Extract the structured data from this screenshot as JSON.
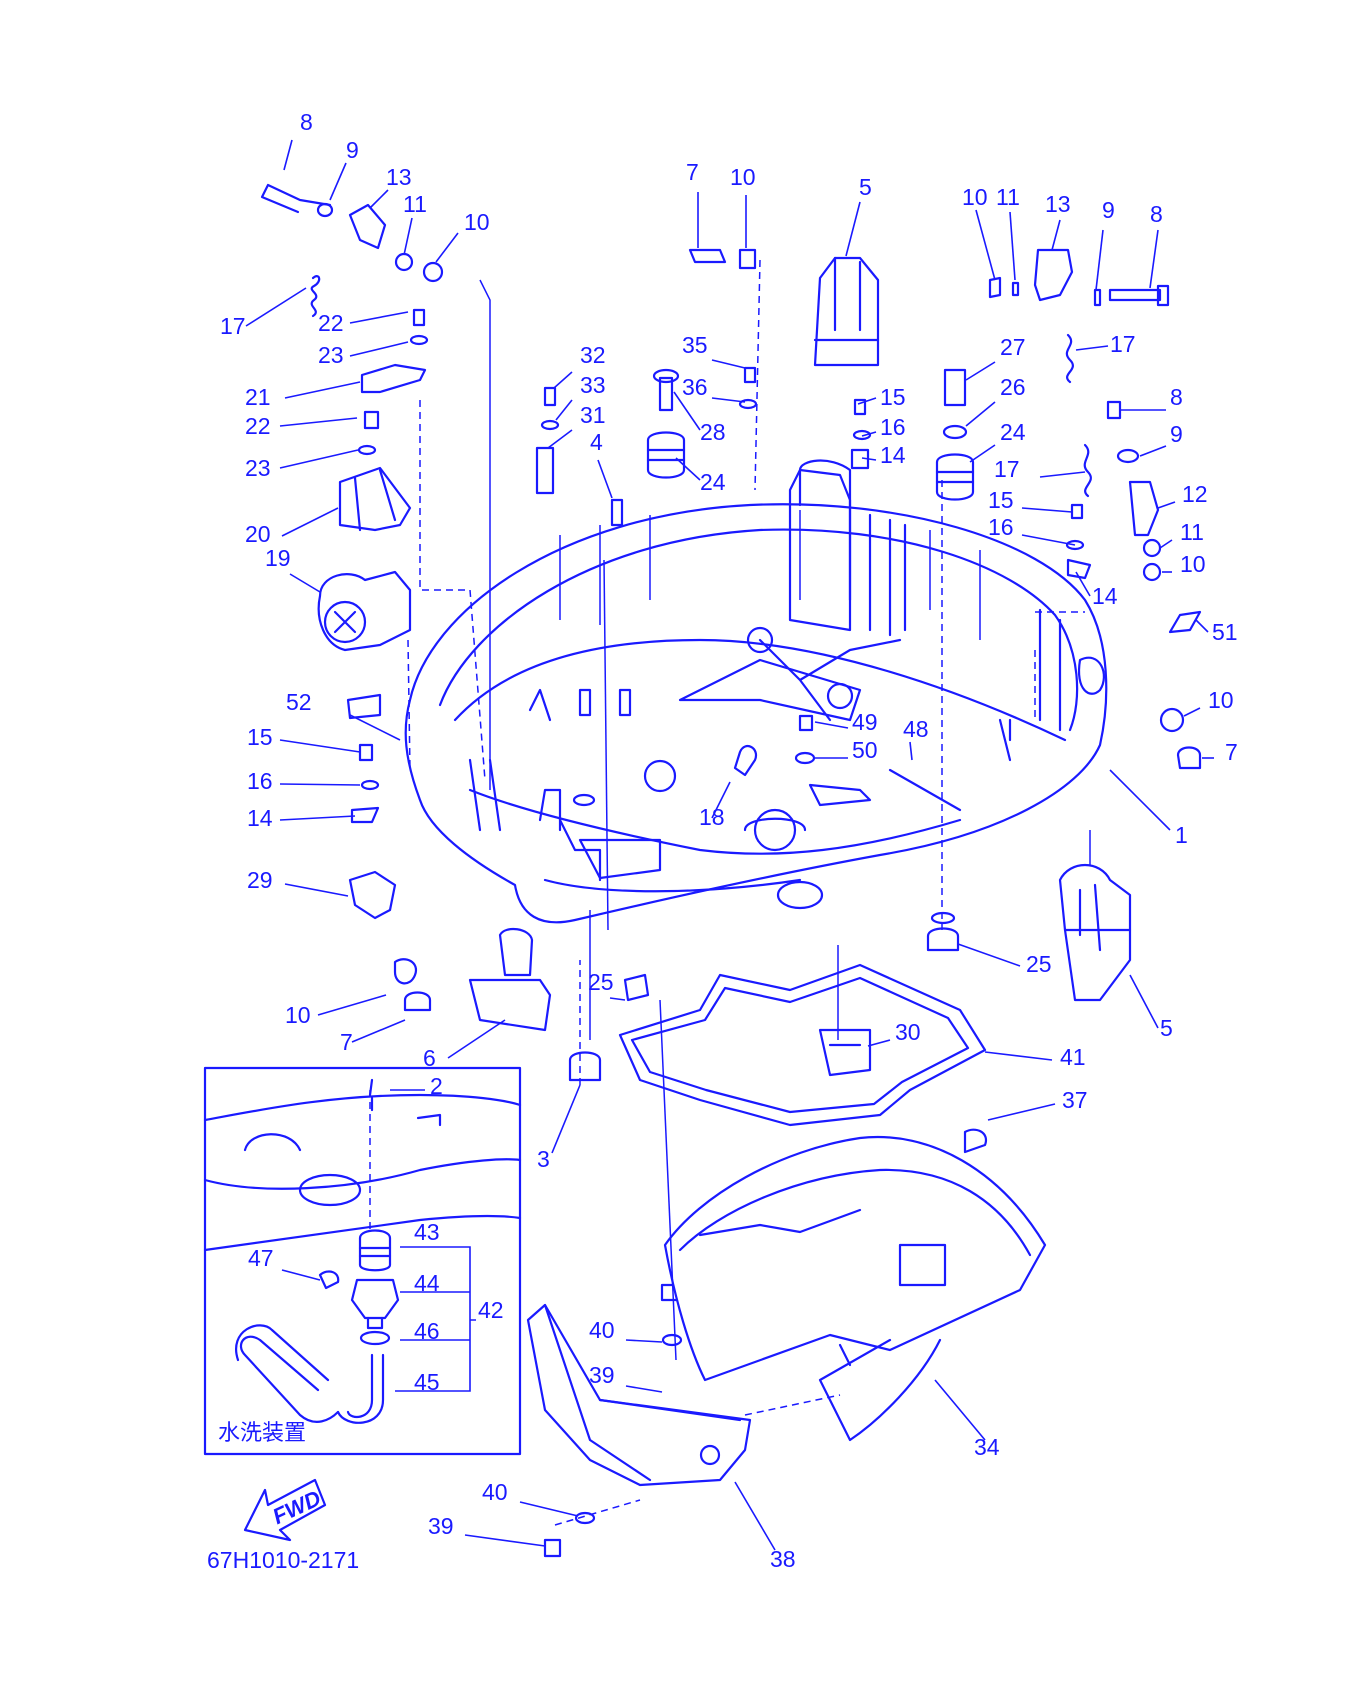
{
  "diagram_code": "67H1010-2171",
  "inset_caption": "水洗装置",
  "fwd_label": "FWD",
  "ink_color": "#1a1aff",
  "callouts": [
    {
      "id": "c8a",
      "text": "8"
    },
    {
      "id": "c9a",
      "text": "9"
    },
    {
      "id": "c13a",
      "text": "13"
    },
    {
      "id": "c11a",
      "text": "11"
    },
    {
      "id": "c10a",
      "text": "10"
    },
    {
      "id": "c17a",
      "text": "17"
    },
    {
      "id": "c22a",
      "text": "22"
    },
    {
      "id": "c23a",
      "text": "23"
    },
    {
      "id": "c21",
      "text": "21"
    },
    {
      "id": "c22b",
      "text": "22"
    },
    {
      "id": "c23b",
      "text": "23"
    },
    {
      "id": "c20",
      "text": "20"
    },
    {
      "id": "c19",
      "text": "19"
    },
    {
      "id": "c52",
      "text": "52"
    },
    {
      "id": "c15a",
      "text": "15"
    },
    {
      "id": "c16a",
      "text": "16"
    },
    {
      "id": "c14a",
      "text": "14"
    },
    {
      "id": "c29",
      "text": "29"
    },
    {
      "id": "c10b",
      "text": "10"
    },
    {
      "id": "c7a",
      "text": "7"
    },
    {
      "id": "c6",
      "text": "6"
    },
    {
      "id": "c25a",
      "text": "25"
    },
    {
      "id": "c3",
      "text": "3"
    },
    {
      "id": "c7b",
      "text": "7"
    },
    {
      "id": "c10c",
      "text": "10"
    },
    {
      "id": "c5a",
      "text": "5"
    },
    {
      "id": "c32",
      "text": "32"
    },
    {
      "id": "c33",
      "text": "33"
    },
    {
      "id": "c31",
      "text": "31"
    },
    {
      "id": "c4",
      "text": "4"
    },
    {
      "id": "c35",
      "text": "35"
    },
    {
      "id": "c36",
      "text": "36"
    },
    {
      "id": "c28",
      "text": "28"
    },
    {
      "id": "c24a",
      "text": "24"
    },
    {
      "id": "c15b",
      "text": "15"
    },
    {
      "id": "c16b",
      "text": "16"
    },
    {
      "id": "c14b",
      "text": "14"
    },
    {
      "id": "c10d",
      "text": "10"
    },
    {
      "id": "c11b",
      "text": "11"
    },
    {
      "id": "c13b",
      "text": "13"
    },
    {
      "id": "c9b",
      "text": "9"
    },
    {
      "id": "c8b",
      "text": "8"
    },
    {
      "id": "c17b",
      "text": "17"
    },
    {
      "id": "c27",
      "text": "27"
    },
    {
      "id": "c26",
      "text": "26"
    },
    {
      "id": "c24b",
      "text": "24"
    },
    {
      "id": "c8c",
      "text": "8"
    },
    {
      "id": "c9c",
      "text": "9"
    },
    {
      "id": "c17c",
      "text": "17"
    },
    {
      "id": "c12",
      "text": "12"
    },
    {
      "id": "c15c",
      "text": "15"
    },
    {
      "id": "c16c",
      "text": "16"
    },
    {
      "id": "c11c",
      "text": "11"
    },
    {
      "id": "c10e",
      "text": "10"
    },
    {
      "id": "c14c",
      "text": "14"
    },
    {
      "id": "c51",
      "text": "51"
    },
    {
      "id": "c10f",
      "text": "10"
    },
    {
      "id": "c7c",
      "text": "7"
    },
    {
      "id": "c1",
      "text": "1"
    },
    {
      "id": "c49",
      "text": "49"
    },
    {
      "id": "c48",
      "text": "48"
    },
    {
      "id": "c50",
      "text": "50"
    },
    {
      "id": "c18",
      "text": "18"
    },
    {
      "id": "c25b",
      "text": "25"
    },
    {
      "id": "c5b",
      "text": "5"
    },
    {
      "id": "c30",
      "text": "30"
    },
    {
      "id": "c41",
      "text": "41"
    },
    {
      "id": "c37",
      "text": "37"
    },
    {
      "id": "c2",
      "text": "2"
    },
    {
      "id": "c43",
      "text": "43"
    },
    {
      "id": "c44",
      "text": "44"
    },
    {
      "id": "c42",
      "text": "42"
    },
    {
      "id": "c46",
      "text": "46"
    },
    {
      "id": "c45",
      "text": "45"
    },
    {
      "id": "c47",
      "text": "47"
    },
    {
      "id": "c40a",
      "text": "40"
    },
    {
      "id": "c39a",
      "text": "39"
    },
    {
      "id": "c34",
      "text": "34"
    },
    {
      "id": "c40b",
      "text": "40"
    },
    {
      "id": "c39b",
      "text": "39"
    },
    {
      "id": "c38",
      "text": "38"
    }
  ]
}
